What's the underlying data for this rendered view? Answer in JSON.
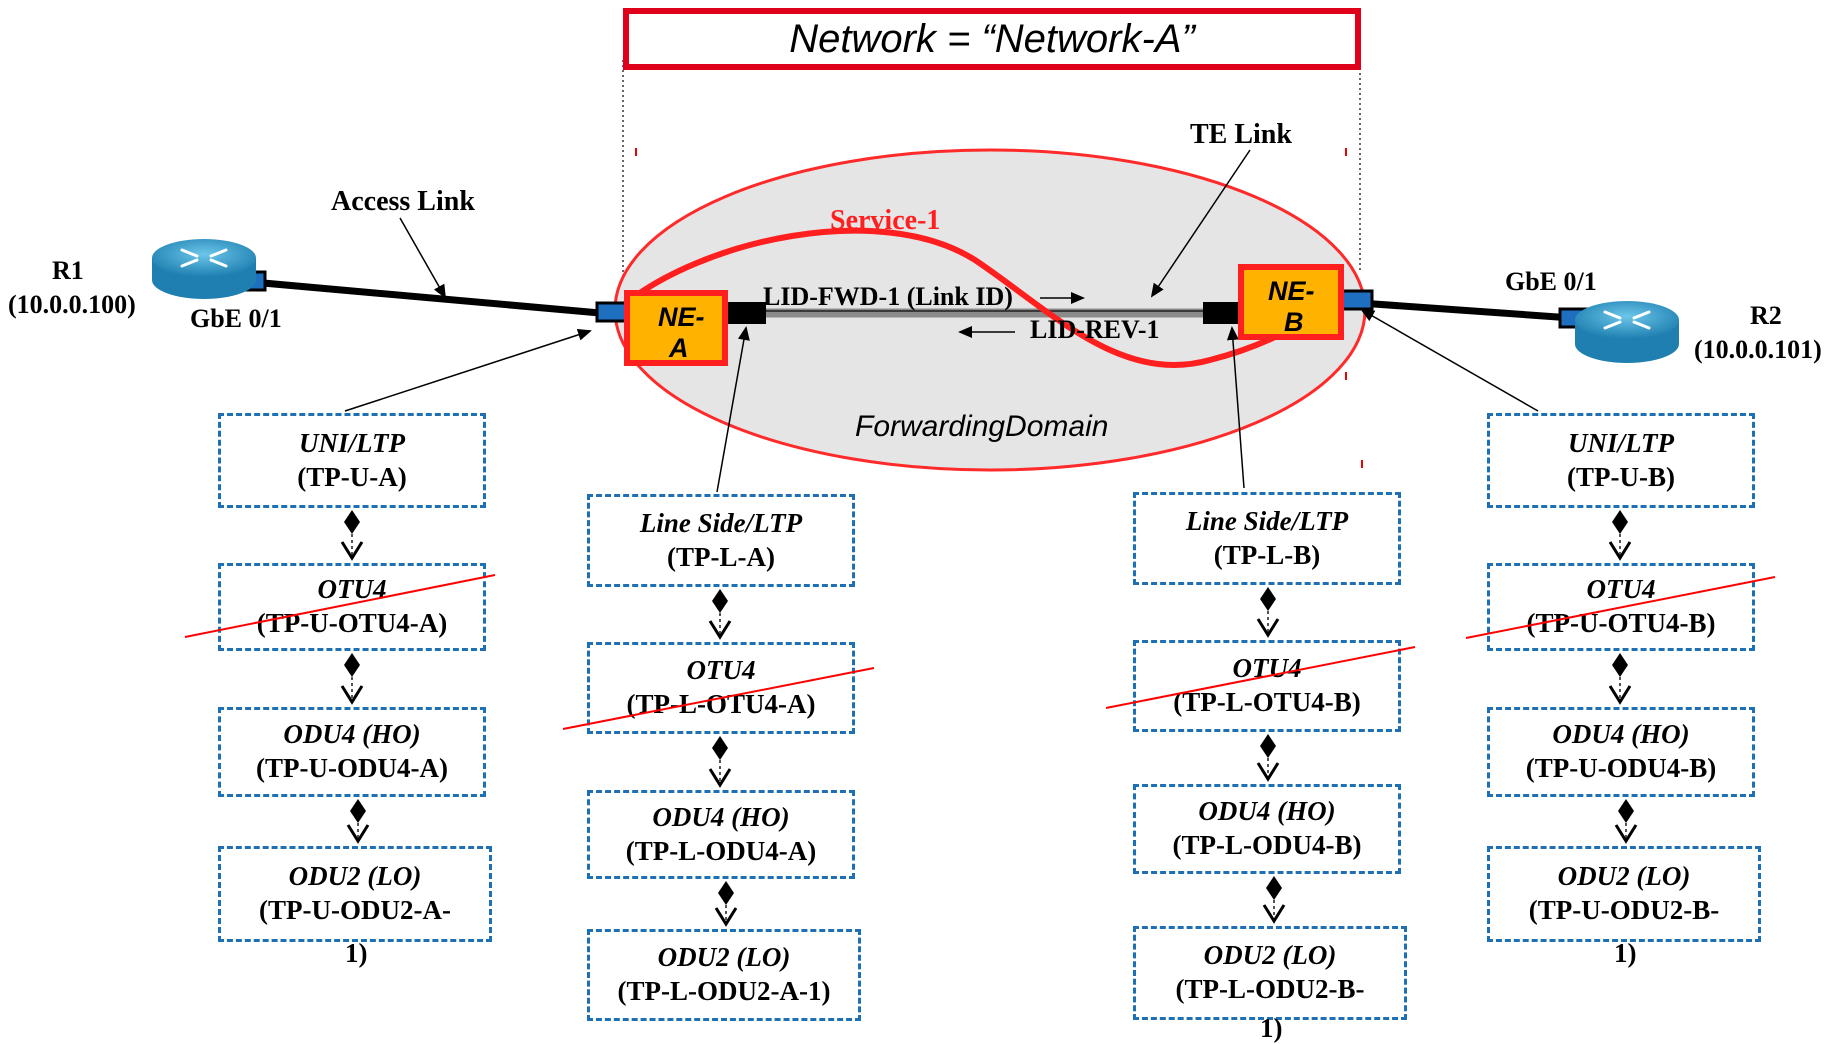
{
  "network_title": "Network = “Network-A”",
  "service_label": "Service-1",
  "access_link_label": "Access Link",
  "te_link_label": "TE Link",
  "forwarding_domain_label": "ForwardingDomain",
  "lid_fwd_label": "LID-FWD-1 (Link ID)",
  "lid_rev_label": "LID-REV-1",
  "routers": {
    "r1": {
      "name": "R1",
      "ip": "(10.0.0.100)",
      "port": "GbE 0/1"
    },
    "r2": {
      "name": "R2",
      "ip": "(10.0.0.101)",
      "port": "GbE 0/1"
    }
  },
  "network_elements": {
    "ne_a": {
      "line1": "NE-",
      "line2": "A"
    },
    "ne_b": {
      "line1": "NE-",
      "line2": "B"
    }
  },
  "stacks": {
    "uni_a": [
      {
        "title": "UNI/LTP",
        "id": "(TP-U-A)"
      },
      {
        "title": "OTU4",
        "id": "(TP-U-OTU4-A)"
      },
      {
        "title": "ODU4 (HO)",
        "id": "(TP-U-ODU4-A)"
      },
      {
        "title": "ODU2 (LO)",
        "id": "(TP-U-ODU2-A-",
        "overflow": "1)"
      }
    ],
    "line_a": [
      {
        "title": "Line Side/LTP",
        "id": "(TP-L-A)"
      },
      {
        "title": "OTU4",
        "id": "(TP-L-OTU4-A)"
      },
      {
        "title": "ODU4 (HO)",
        "id": "(TP-L-ODU4-A)"
      },
      {
        "title": "ODU2 (LO)",
        "id": "(TP-L-ODU2-A-1)"
      }
    ],
    "line_b": [
      {
        "title": "Line Side/LTP",
        "id": "(TP-L-B)"
      },
      {
        "title": "OTU4",
        "id": "(TP-L-OTU4-B)"
      },
      {
        "title": "ODU4 (HO)",
        "id": "(TP-L-ODU4-B)"
      },
      {
        "title": "ODU2 (LO)",
        "id": "(TP-L-ODU2-B-",
        "overflow": "1)"
      }
    ],
    "uni_b": [
      {
        "title": "UNI/LTP",
        "id": "(TP-U-B)"
      },
      {
        "title": "OTU4",
        "id": "(TP-U-OTU4-B)"
      },
      {
        "title": "ODU4 (HO)",
        "id": "(TP-U-ODU4-B)"
      },
      {
        "title": "ODU2 (LO)",
        "id": "(TP-U-ODU2-B-",
        "overflow": "1)"
      }
    ]
  },
  "colors": {
    "dashed_border": "#1f6fb4",
    "ne_fill": "#ffb300",
    "ne_border": "#ff1f1f",
    "service_line": "#ff1f1f",
    "domain_fill": "#e5e5e5",
    "port_fill": "#1f6fc0",
    "router_fill": "#3aa0d0",
    "strike_line": "#ff0000"
  }
}
